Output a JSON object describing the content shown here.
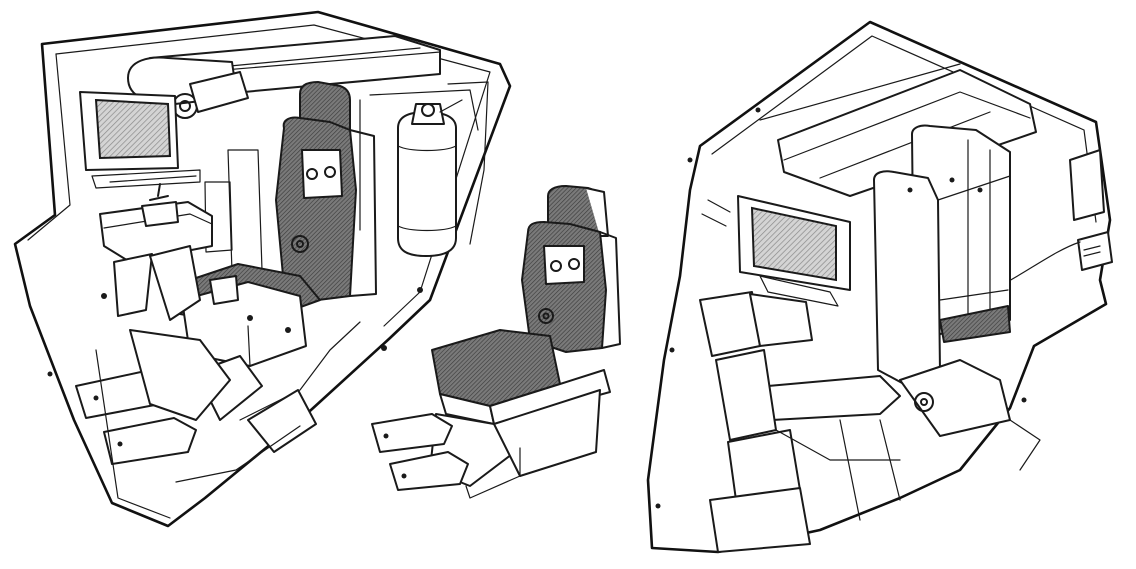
{
  "illustration": {
    "views": [
      {
        "name": "cockpit-interior-view"
      },
      {
        "name": "pilot-seat-isolated-view"
      },
      {
        "name": "cockpit-exterior-shell-view"
      }
    ]
  },
  "colors": {
    "ink": "#1a1a1a",
    "paper": "#ffffff",
    "seat_fill": "#6b6b6b",
    "screen_fill": "#bdbdbd"
  }
}
